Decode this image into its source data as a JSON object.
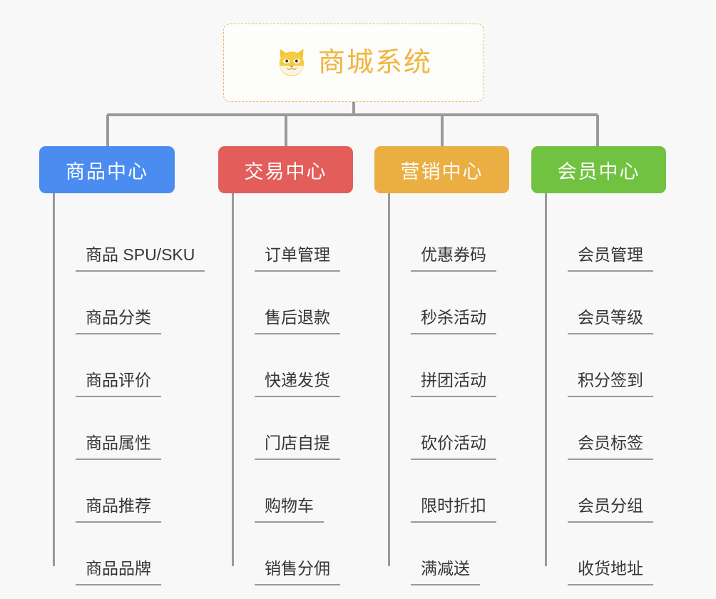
{
  "diagram": {
    "type": "mind-map",
    "root": {
      "label": "商城系统",
      "icon": "shiba-dog-face-icon",
      "text_color": "#f0b63f",
      "border_color": "#e8b963",
      "background": "#fdfdfc"
    },
    "connector_color": "#9a9a9a",
    "canvas_background": "#f8f8f8",
    "branches": [
      {
        "label": "商品中心",
        "color": "#4a8cf0",
        "items": [
          "商品 SPU/SKU",
          "商品分类",
          "商品评价",
          "商品属性",
          "商品推荐",
          "商品品牌"
        ]
      },
      {
        "label": "交易中心",
        "color": "#e35d5b",
        "items": [
          "订单管理",
          "售后退款",
          "快递发货",
          "门店自提",
          "购物车",
          "销售分佣"
        ]
      },
      {
        "label": "营销中心",
        "color": "#eaae43",
        "items": [
          "优惠券码",
          "秒杀活动",
          "拼团活动",
          "砍价活动",
          "限时折扣",
          "满减送"
        ]
      },
      {
        "label": "会员中心",
        "color": "#71c241",
        "items": [
          "会员管理",
          "会员等级",
          "积分签到",
          "会员标签",
          "会员分组",
          "收货地址"
        ]
      }
    ]
  }
}
